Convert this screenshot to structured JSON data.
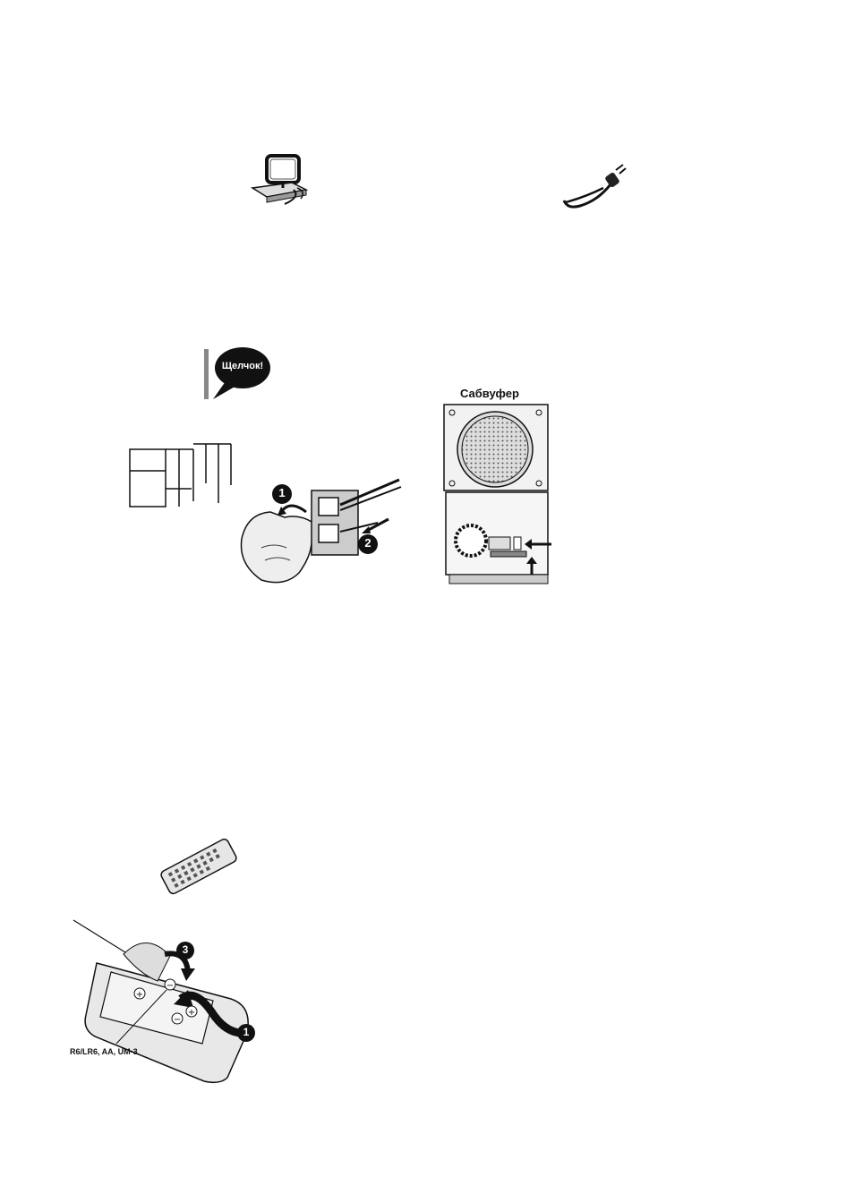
{
  "illustrations": {
    "antenna": {
      "icon": "loop-antenna-icon"
    },
    "power_cord": {
      "icon": "power-cord-icon"
    },
    "click": {
      "speech_bubble_text": "Щелчок!"
    },
    "speaker_terminal": {
      "step_1": "1",
      "step_2": "2"
    },
    "subwoofer": {
      "label": "Сабвуфер"
    },
    "remote": {
      "icon": "remote-control-icon"
    },
    "battery": {
      "type_label": "R6/LR6, AA, UM-3",
      "step_1": "1",
      "step_3": "3"
    }
  }
}
